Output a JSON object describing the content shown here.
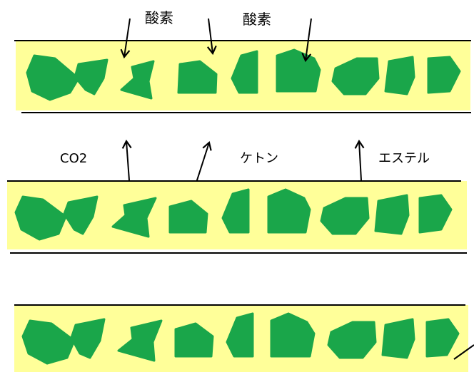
{
  "colors": {
    "band": "#ffff99",
    "particle": "#1aa64a",
    "line": "#000000"
  },
  "labels": {
    "oxygen_1": "酸素",
    "oxygen_2": "酸素",
    "co2": "CO2",
    "ketone": "ケトン",
    "ester": "エステル"
  }
}
